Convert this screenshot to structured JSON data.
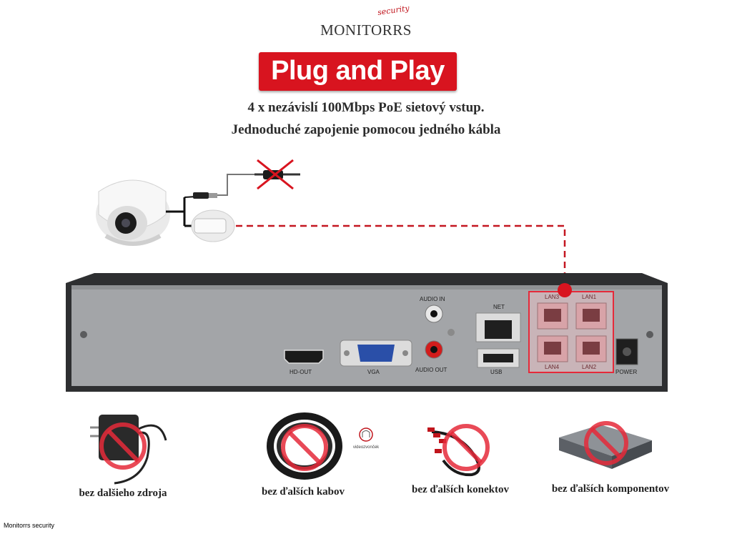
{
  "brand": {
    "name": "MONITORRS",
    "tagline": "security"
  },
  "banner": {
    "title": "Plug and Play"
  },
  "subtitles": {
    "line1": "4 x nezávislí 100Mbps PoE sietový vstup.",
    "line2": "Jednoduché zapojenie pomocou jedného kábla"
  },
  "device": {
    "ports": {
      "hdmi": "HD-OUT",
      "vga": "VGA",
      "audio_in": "AUDIO IN",
      "audio_out": "AUDIO OUT",
      "net": "NET",
      "usb": "USB",
      "lan1": "LAN1",
      "lan2": "LAN2",
      "lan3": "LAN3",
      "lan4": "LAN4",
      "power": "POWER"
    }
  },
  "features": [
    {
      "label": "bez dalšieho zdroja",
      "icon": "power-adapter-icon"
    },
    {
      "label": "bez ďalších kabov",
      "icon": "cable-coil-icon"
    },
    {
      "label": "bez ďalších konektov",
      "icon": "splitter-cable-icon"
    },
    {
      "label": "bez ďalších komponentov",
      "icon": "network-switch-icon"
    }
  ],
  "watermark": {
    "text": "videozvonček"
  },
  "footer": {
    "text": "Monitorrs security"
  },
  "colors": {
    "accent": "#d8141f",
    "device_panel": "#a3a5a8",
    "device_frame": "#3a3b3d"
  }
}
